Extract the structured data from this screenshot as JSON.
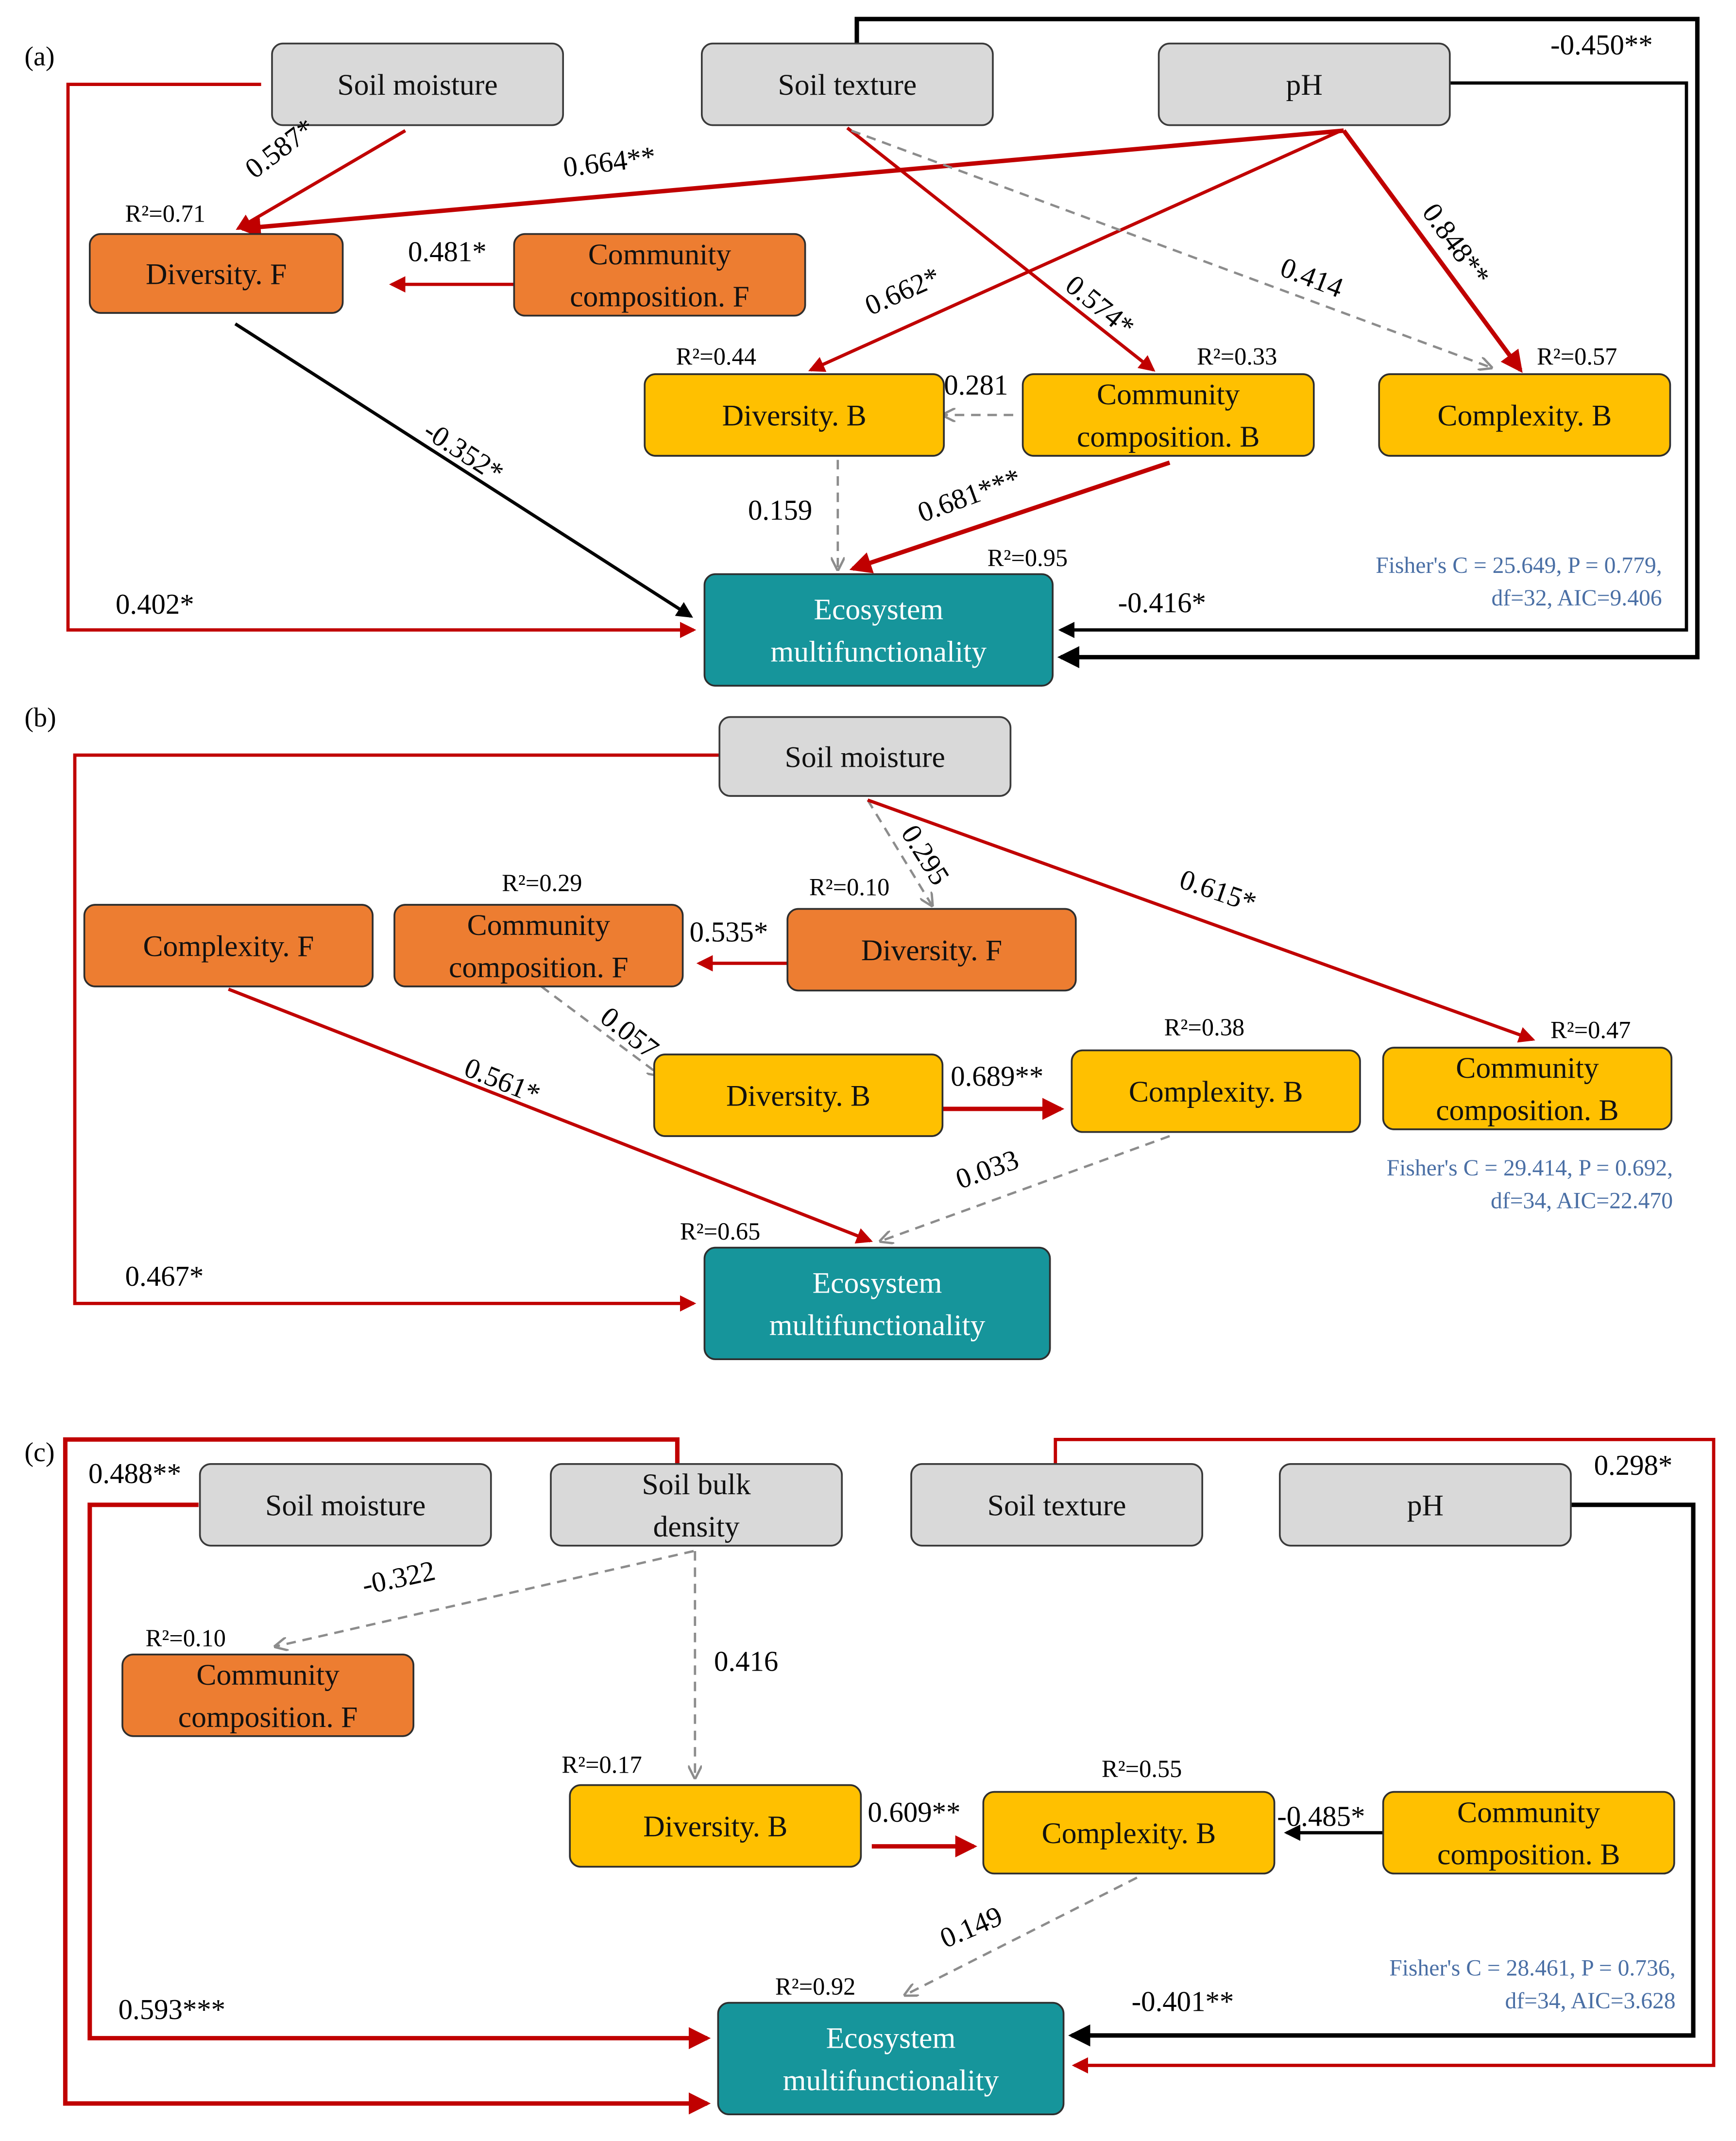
{
  "colors": {
    "soil_fill": "#d9d9d9",
    "fungi_fill": "#ed7d31",
    "bacteria_fill": "#ffc000",
    "emf_fill": "#16959b",
    "positive_sig": "#c00000",
    "negative_sig": "#000000",
    "nonsig": "#8c8c8c",
    "fit_text": "#4a6fa5"
  },
  "panels": [
    {
      "label": "(a)",
      "nodes": [
        {
          "id": "sm",
          "lines": [
            "Soil moisture"
          ],
          "kind": "soil"
        },
        {
          "id": "st",
          "lines": [
            "Soil texture"
          ],
          "kind": "soil"
        },
        {
          "id": "ph",
          "lines": [
            "pH"
          ],
          "kind": "soil"
        },
        {
          "id": "divf",
          "lines": [
            "Diversity. F"
          ],
          "kind": "fungi",
          "r2": "R²=0.71"
        },
        {
          "id": "ccf",
          "lines": [
            "Community",
            "composition. F"
          ],
          "kind": "fungi"
        },
        {
          "id": "divb",
          "lines": [
            "Diversity. B"
          ],
          "kind": "bacteria",
          "r2": "R²=0.44"
        },
        {
          "id": "ccb",
          "lines": [
            "Community",
            "composition. B"
          ],
          "kind": "bacteria",
          "r2": "R²=0.33"
        },
        {
          "id": "cxb",
          "lines": [
            "Complexity. B"
          ],
          "kind": "bacteria",
          "r2": "R²=0.57"
        },
        {
          "id": "emf",
          "lines": [
            "Ecosystem",
            "multifunctionality"
          ],
          "kind": "emf",
          "r2": "R²=0.95"
        }
      ],
      "paths": [
        {
          "from": "sm",
          "to": "divf",
          "coef": "0.587*",
          "style": "pos"
        },
        {
          "from": "ph",
          "to": "divf",
          "coef": "0.664**",
          "style": "pos"
        },
        {
          "from": "ccf",
          "to": "divf",
          "coef": "0.481*",
          "style": "pos"
        },
        {
          "from": "ph",
          "to": "divb",
          "coef": "0.662*",
          "style": "pos"
        },
        {
          "from": "st",
          "to": "ccb",
          "coef": "0.574*",
          "style": "pos"
        },
        {
          "from": "st",
          "to": "cxb",
          "coef": "0.414",
          "style": "ns"
        },
        {
          "from": "ph",
          "to": "cxb",
          "coef": "0.848**",
          "style": "pos"
        },
        {
          "from": "ccb",
          "to": "divb",
          "coef": "0.281",
          "style": "ns"
        },
        {
          "from": "divf",
          "to": "emf",
          "coef": "-0.352*",
          "style": "neg"
        },
        {
          "from": "divb",
          "to": "emf",
          "coef": "0.159",
          "style": "ns"
        },
        {
          "from": "ccb",
          "to": "emf",
          "coef": "0.681***",
          "style": "pos"
        },
        {
          "from": "sm",
          "to": "emf",
          "coef": "0.402*",
          "style": "pos"
        },
        {
          "from": "ph",
          "to": "emf",
          "coef": "-0.416*",
          "style": "neg"
        },
        {
          "from": "st",
          "to": "emf",
          "coef": "-0.450**",
          "style": "neg"
        }
      ],
      "fit": [
        "Fisher's C = 25.649, P = 0.779,",
        "df=32, AIC=9.406"
      ]
    },
    {
      "label": "(b)",
      "nodes": [
        {
          "id": "sm",
          "lines": [
            "Soil moisture"
          ],
          "kind": "soil"
        },
        {
          "id": "cxf",
          "lines": [
            "Complexity. F"
          ],
          "kind": "fungi"
        },
        {
          "id": "ccf",
          "lines": [
            "Community",
            "composition. F"
          ],
          "kind": "fungi",
          "r2": "R²=0.29"
        },
        {
          "id": "divf",
          "lines": [
            "Diversity. F"
          ],
          "kind": "fungi",
          "r2": "R²=0.10"
        },
        {
          "id": "divb",
          "lines": [
            "Diversity. B"
          ],
          "kind": "bacteria"
        },
        {
          "id": "cxb",
          "lines": [
            "Complexity. B"
          ],
          "kind": "bacteria",
          "r2": "R²=0.38"
        },
        {
          "id": "ccb",
          "lines": [
            "Community",
            "composition. B"
          ],
          "kind": "bacteria",
          "r2": "R²=0.47"
        },
        {
          "id": "emf",
          "lines": [
            "Ecosystem",
            "multifunctionality"
          ],
          "kind": "emf",
          "r2": "R²=0.65"
        }
      ],
      "paths": [
        {
          "from": "sm",
          "to": "divf",
          "coef": "0.295",
          "style": "ns"
        },
        {
          "from": "sm",
          "to": "ccb",
          "coef": "0.615*",
          "style": "pos"
        },
        {
          "from": "divf",
          "to": "ccf",
          "coef": "0.535*",
          "style": "pos"
        },
        {
          "from": "ccf",
          "to": "emf",
          "coef": "0.057",
          "style": "ns"
        },
        {
          "from": "cxf",
          "to": "emf",
          "coef": "0.561*",
          "style": "pos"
        },
        {
          "from": "divb",
          "to": "cxb",
          "coef": "0.689**",
          "style": "pos"
        },
        {
          "from": "cxb",
          "to": "emf",
          "coef": "0.033",
          "style": "ns"
        },
        {
          "from": "sm",
          "to": "emf",
          "coef": "0.467*",
          "style": "pos"
        }
      ],
      "fit": [
        "Fisher's C = 29.414, P = 0.692,",
        "df=34, AIC=22.470"
      ]
    },
    {
      "label": "(c)",
      "nodes": [
        {
          "id": "sm",
          "lines": [
            "Soil moisture"
          ],
          "kind": "soil"
        },
        {
          "id": "sbd",
          "lines": [
            "Soil bulk",
            "density"
          ],
          "kind": "soil"
        },
        {
          "id": "st",
          "lines": [
            "Soil texture"
          ],
          "kind": "soil"
        },
        {
          "id": "ph",
          "lines": [
            "pH"
          ],
          "kind": "soil"
        },
        {
          "id": "ccf",
          "lines": [
            "Community",
            "composition. F"
          ],
          "kind": "fungi",
          "r2": "R²=0.10"
        },
        {
          "id": "divb",
          "lines": [
            "Diversity. B"
          ],
          "kind": "bacteria",
          "r2": "R²=0.17"
        },
        {
          "id": "cxb",
          "lines": [
            "Complexity. B"
          ],
          "kind": "bacteria",
          "r2": "R²=0.55"
        },
        {
          "id": "ccb",
          "lines": [
            "Community",
            "composition. B"
          ],
          "kind": "bacteria"
        },
        {
          "id": "emf",
          "lines": [
            "Ecosystem",
            "multifunctionality"
          ],
          "kind": "emf",
          "r2": "R²=0.92"
        }
      ],
      "paths": [
        {
          "from": "sbd",
          "to": "ccf",
          "coef": "-0.322",
          "style": "ns"
        },
        {
          "from": "sbd",
          "to": "divb",
          "coef": "0.416",
          "style": "ns"
        },
        {
          "from": "divb",
          "to": "cxb",
          "coef": "0.609**",
          "style": "pos"
        },
        {
          "from": "ccb",
          "to": "cxb",
          "coef": "-0.485*",
          "style": "neg"
        },
        {
          "from": "cxb",
          "to": "emf",
          "coef": "0.149",
          "style": "ns"
        },
        {
          "from": "sbd",
          "to": "emf",
          "coef": "0.488**",
          "style": "pos"
        },
        {
          "from": "sm",
          "to": "emf",
          "coef": "0.593***",
          "style": "pos"
        },
        {
          "from": "ph",
          "to": "emf",
          "coef": "-0.401**",
          "style": "neg"
        },
        {
          "from": "st",
          "to": "emf",
          "coef": "0.298*",
          "style": "pos"
        }
      ],
      "fit": [
        "Fisher's C = 28.461, P = 0.736,",
        "df=34, AIC=3.628"
      ]
    }
  ]
}
